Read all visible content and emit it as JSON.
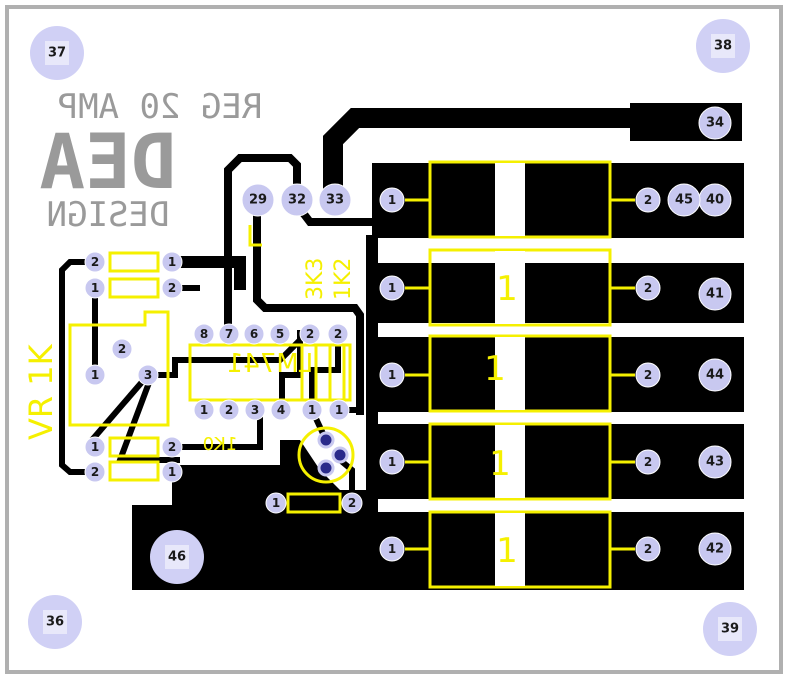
{
  "board": {
    "title_lines": [
      "REG 20 AMP",
      "DEA",
      "DESIGN"
    ],
    "pot_label": "VR 1K",
    "resistor_labels": [
      "3K3",
      "1K2"
    ],
    "chip_label": "LM741",
    "resistor_small_label": "1K0"
  },
  "mounting_holes": [
    "37",
    "38",
    "36",
    "39",
    "46"
  ],
  "terminals": [
    "34",
    "40",
    "45",
    "41",
    "44",
    "43",
    "42",
    "29",
    "32",
    "33"
  ],
  "mosfets": [
    {
      "gate_label": "1",
      "drain_label": "2",
      "body_label": ""
    },
    {
      "gate_label": "1",
      "drain_label": "2",
      "body_label": "1"
    },
    {
      "gate_label": "1",
      "drain_label": "2",
      "body_label": "1"
    },
    {
      "gate_label": "1",
      "drain_label": "2",
      "body_label": "1"
    },
    {
      "gate_label": "1",
      "drain_label": "2",
      "body_label": "1"
    }
  ],
  "ic_pins_top": [
    "8",
    "7",
    "6",
    "5"
  ],
  "ic_pins_bottom": [
    "1",
    "2",
    "3",
    "4"
  ],
  "resistor_pins": {
    "r_top_a": [
      "2",
      "1"
    ],
    "r_top_b": [
      "1",
      "2"
    ],
    "r_bot_a": [
      "1",
      "2"
    ],
    "r_bot_b": [
      "2",
      "1"
    ],
    "r_lower": [
      "1",
      "2"
    ],
    "r_vert_a": [
      "2",
      "1"
    ],
    "r_vert_b": [
      "2",
      "1"
    ]
  },
  "pot_pins": [
    "1",
    "2",
    "3"
  ],
  "colors": {
    "copper": "#000000",
    "silkscreen": "#f5f000",
    "pad": "#c8c8f0",
    "hole": "#d0d0f5",
    "outline": "#b0b0b0",
    "text": "#9a9a9a"
  }
}
